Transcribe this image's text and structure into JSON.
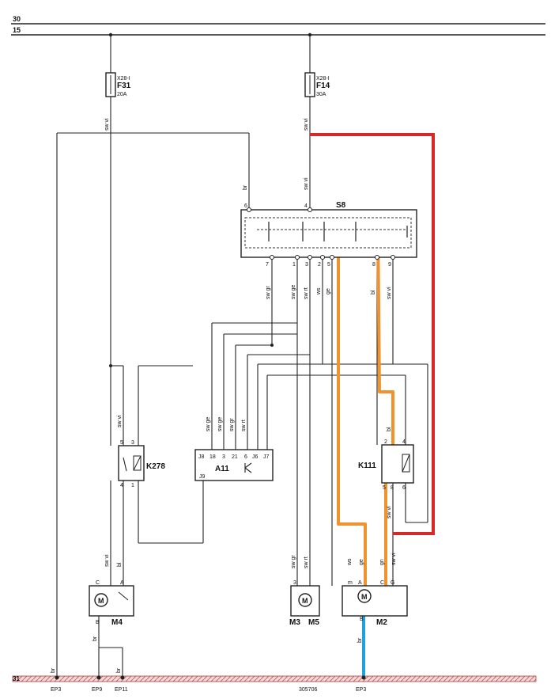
{
  "rails": {
    "top": "30",
    "second": "15",
    "ground": "31"
  },
  "fuses": [
    {
      "id": "F31",
      "ref": "X28-I",
      "rating": "20A"
    },
    {
      "id": "F14",
      "ref": "X28-I",
      "rating": "30A"
    }
  ],
  "components": {
    "s8": "S8",
    "a11": "A11",
    "k278": "K278",
    "k111": "K111",
    "m4": "M4",
    "m3": "M3",
    "m5": "M5",
    "m2": "M2"
  },
  "a11_pins": [
    "J8",
    "18",
    "3",
    "21",
    "6",
    "J6",
    "J7",
    "J9"
  ],
  "s8_pins_top": [
    "6",
    "4"
  ],
  "s8_pins_bottom": [
    "7",
    "1",
    "3",
    "2",
    "5",
    "8",
    "9"
  ],
  "k278_pins": [
    "5",
    "3",
    "4",
    "1"
  ],
  "k111_pins": [
    "2",
    "4",
    "5",
    "8",
    "6"
  ],
  "motor_pins": {
    "m4": [
      "C",
      "A",
      "B"
    ],
    "m3": [
      "3"
    ],
    "m2": [
      "m",
      "A",
      "C",
      "G",
      "B"
    ]
  },
  "motor_symbol": "M",
  "wire_labels": {
    "sw_vi": "sw vi",
    "br": "br",
    "sw_gr": "sw gr",
    "sw_ge": "sw ge",
    "sw_rt": "sw rt",
    "ws": "ws",
    "ge": "ge",
    "bl": "bl",
    "gn": "gn"
  },
  "ground_points": [
    "EP3",
    "EP9",
    "EP11",
    "305706",
    "EP3"
  ],
  "highlight_colors": {
    "red": "#d42a2a",
    "orange": "#f0922e",
    "blue": "#1fa0e0"
  }
}
